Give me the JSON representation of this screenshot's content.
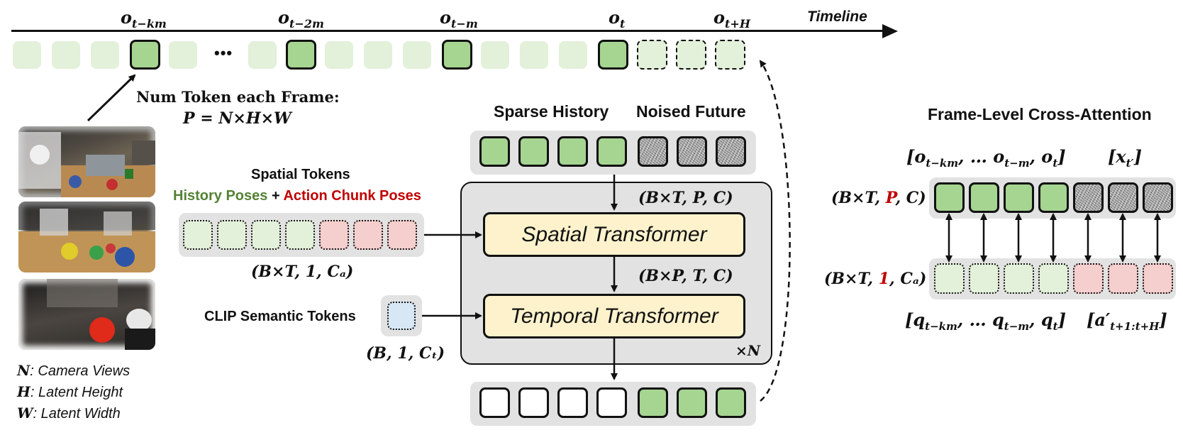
{
  "timeline": {
    "label": "Timeline",
    "ellipsis": "•••",
    "markers": {
      "o_t_km": {
        "base": "o",
        "sub": "t−km"
      },
      "o_t_2m": {
        "base": "o",
        "sub": "t−2m"
      },
      "o_t_m": {
        "base": "o",
        "sub": "t−m"
      },
      "o_t": {
        "base": "o",
        "sub": "t"
      },
      "o_t_H": {
        "base": "o",
        "sub": "t+H"
      }
    }
  },
  "num_token": {
    "title": "Num Token each Frame:",
    "formula": "P = N×H×W"
  },
  "legend": {
    "n": {
      "sym": "N",
      "text": ": Camera Views"
    },
    "h": {
      "sym": "H",
      "text": ": Latent Height"
    },
    "w": {
      "sym": "W",
      "text": ": Latent Width"
    }
  },
  "spatial_tokens": {
    "title": "Spatial Tokens",
    "history": "History Poses",
    "plus": " + ",
    "action": "Action Chunk Poses",
    "shape": "(B×T, 1, Cₐ)"
  },
  "clip": {
    "title": "CLIP Semantic Tokens",
    "shape": "(B, 1, Cₜ)"
  },
  "main": {
    "sparse_history": "Sparse History",
    "noised_future": "Noised Future",
    "shape_in": "(B×T, P, C)",
    "shape_mid": "(B×P, T, C)",
    "spatial_transformer": "Spatial Transformer",
    "temporal_transformer": "Temporal Transformer",
    "repeat": "×N"
  },
  "cross_attention": {
    "title": "Frame-Level Cross-Attention",
    "top_obs": "[o_{t−km}, … o_{t−m}, o_t]",
    "top_x": "[x_{t′}]",
    "shape_top_pre": "(B×T, ",
    "shape_top_hl": "P",
    "shape_top_post": ", C)",
    "shape_bot_pre": "(B×T, ",
    "shape_bot_hl": "1",
    "shape_bot_post": ", Cₐ)",
    "bot_q": "[q_{t−km}, … q_{t−m}, q_t]",
    "bot_a": "[a′_{t+1:t+H}]"
  },
  "colors": {
    "history_green": "#548235",
    "action_red": "#c00000",
    "token_green": "#a6d592",
    "token_faint": "#e3f0da",
    "token_red": "#f5cece",
    "token_blue": "#d8e7f5",
    "transformer_fill": "#fdf2cc",
    "panel_gray": "#e2e2e2"
  }
}
